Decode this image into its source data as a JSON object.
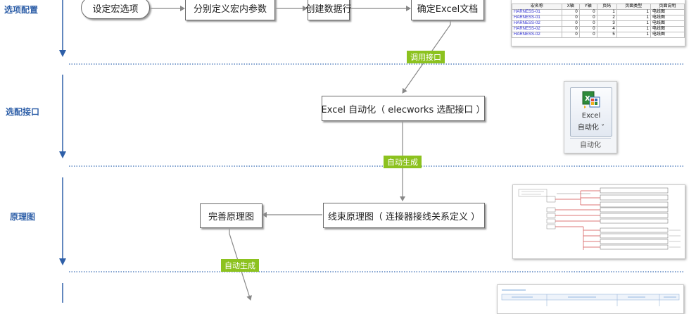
{
  "phases": {
    "options": "选项配置",
    "interface": "选配接口",
    "schematic": "原理图"
  },
  "nodes": {
    "set_macro": "设定宏选项",
    "define_params": "分别定义宏内参数",
    "create_rows": "创建数据行",
    "confirm_excel": "确定Excel文档",
    "excel_auto": "Excel 自动化（ elecworks 选配接口 ）",
    "harness_schematic": "线束原理图（ 连接器接线关系定义 ）",
    "refine_schematic": "完善原理图"
  },
  "tags": {
    "call_api": "调用接口",
    "auto_gen_1": "自动生成",
    "auto_gen_2": "自动生成"
  },
  "excel_ribbon": {
    "line1": "Excel",
    "line2": "自动化 ˅",
    "group": "自动化"
  },
  "macro_table": {
    "headers": [
      "宏名称",
      "X轴",
      "Y轴",
      "页码",
      "页面类型",
      "页面说明"
    ],
    "rows": [
      [
        "HARNESS-01",
        "0",
        "0",
        "1",
        "1",
        "电线图"
      ],
      [
        "HARNESS-01",
        "0",
        "0",
        "2",
        "1",
        "电线图"
      ],
      [
        "HARNESS-02",
        "0",
        "0",
        "3",
        "1",
        "电线图"
      ],
      [
        "HARNESS-02",
        "0",
        "0",
        "4",
        "1",
        "电线图"
      ],
      [
        "HARNESS-02",
        "0",
        "0",
        "5",
        "1",
        "电线图"
      ]
    ]
  },
  "colors": {
    "phase_label": "#2e5fa8",
    "tag_bg": "#8cc21f",
    "flow_line": "#888888",
    "divider": "#3a6db5",
    "phase_arrow": "#2e5fa8"
  }
}
